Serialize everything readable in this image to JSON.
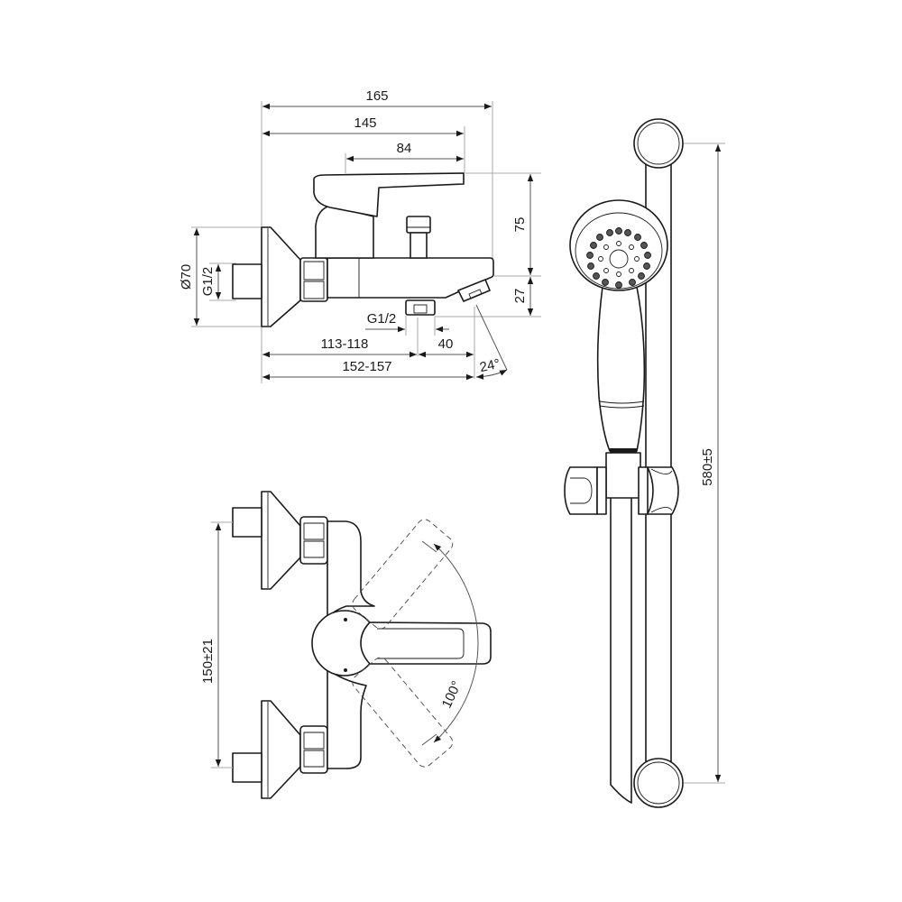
{
  "drawing": {
    "title": "Bath/shower mixer with shower set – dimension drawing",
    "views": [
      "side-view-mixer",
      "front-view-mixer",
      "shower-rail-set"
    ]
  },
  "dimensions": {
    "overall_length": "165",
    "body_length": "145",
    "lever_length": "84",
    "rosette_diameter": "Ø70",
    "inlet_thread": "G1/2",
    "outlet_thread": "G1/2",
    "height_lever": "75",
    "height_spout": "27",
    "wall_to_outlet": "113-118",
    "outlet_to_spout": "40",
    "wall_to_spout": "152-157",
    "spout_angle": "24°",
    "centres": "150±21",
    "lever_rotation": "100°",
    "rail_length": "580±5"
  },
  "colors": {
    "line": "#1a1a1a",
    "dimension": "#555555",
    "extension": "#a8a8a8",
    "background": "#ffffff"
  }
}
